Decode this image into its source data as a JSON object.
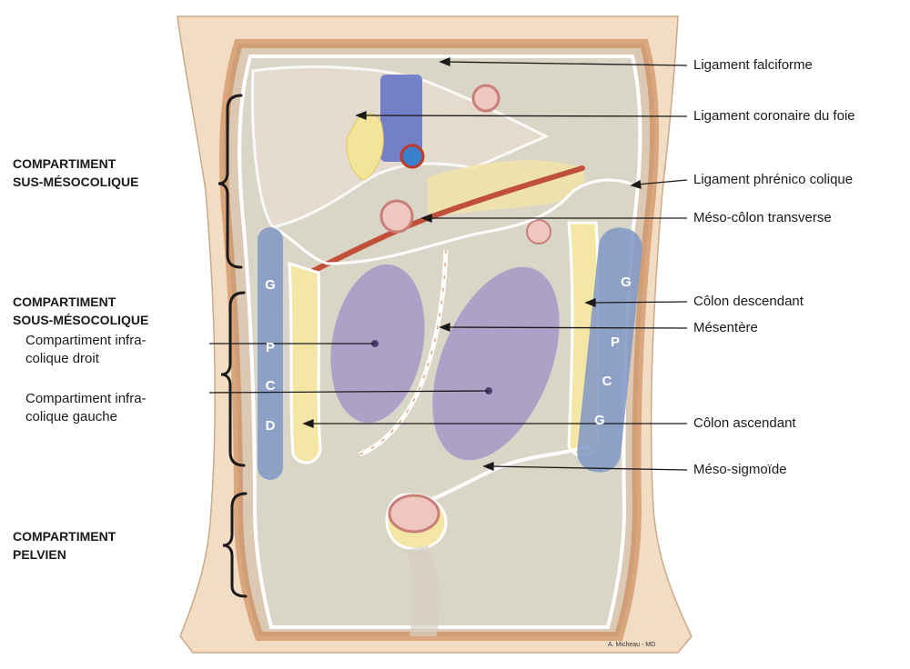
{
  "labels": {
    "falciforme": "Ligament falciforme",
    "coronaire": "Ligament coronaire du foie",
    "phrenico": "Ligament phrénico colique",
    "meso_colon": "Méso-côlon transverse",
    "colon_desc": "Côlon descendant",
    "mesentere": "Mésentère",
    "colon_asc": "Côlon ascendant",
    "meso_sigmoide": "Méso-sigmoïde",
    "infra_droit_1": "Compartiment infra-",
    "infra_droit_2": "colique droit",
    "infra_gauche_1": "Compartiment infra-",
    "infra_gauche_2": "colique gauche"
  },
  "sections": {
    "sus_1": "COMPARTIMENT",
    "sus_2": "SUS-MÉSOCOLIQUE",
    "sous_1": "COMPARTIMENT",
    "sous_2": "SOUS-MÉSOCOLIQUE",
    "pelv_1": "COMPARTIMENT",
    "pelv_2": "PELVIEN"
  },
  "gutter_letters": {
    "right_gutter": [
      "G",
      "P",
      "C",
      "D"
    ],
    "left_gutter": [
      "G",
      "P",
      "C",
      "G"
    ]
  },
  "credit": "A. Micheau - MD",
  "colors": {
    "gutter_band": "#7f97c4",
    "infracolic_space": "#8d7fc8",
    "mesocolon_artery": "#c0503a",
    "skin": "#f3dcc4",
    "fat": "#f4e49a"
  }
}
